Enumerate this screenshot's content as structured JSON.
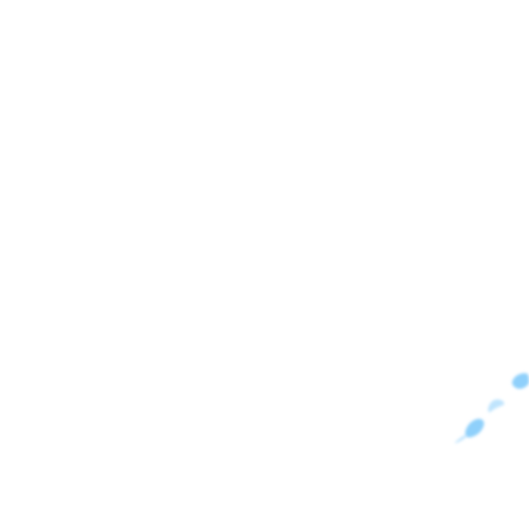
{
  "map": {
    "background_color": "#ffffff",
    "feature_color": "#8fd0fb",
    "feature_edge_color": "#bfe4fd",
    "features": [
      {
        "kind": "precipitation-patch",
        "intensity": "light"
      },
      {
        "kind": "precipitation-patch",
        "intensity": "light"
      },
      {
        "kind": "precipitation-patch",
        "intensity": "light"
      },
      {
        "kind": "precipitation-streak",
        "intensity": "very-light"
      }
    ]
  }
}
